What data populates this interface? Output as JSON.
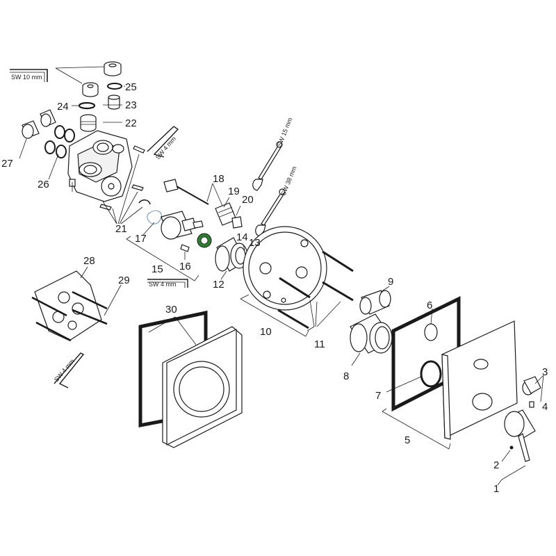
{
  "diagram": {
    "callouts": [
      "1",
      "2",
      "3",
      "4",
      "5",
      "6",
      "7",
      "8",
      "9",
      "10",
      "11",
      "12",
      "13",
      "14",
      "15",
      "16",
      "17",
      "18",
      "19",
      "20",
      "21",
      "22",
      "23",
      "24",
      "25",
      "26",
      "27",
      "28",
      "29",
      "30"
    ],
    "tool_labels": {
      "sw10": "SW 10 mm",
      "sw4_a": "SW 4 mm",
      "sw4_b": "SW 4 mm",
      "sw4_c": "SW 4 mm",
      "sw15": "SW 15 mm",
      "sw38": "SW 38 mm"
    },
    "colors": {
      "line": "#1a1a1a",
      "accent_ring": "#2e7d32"
    }
  }
}
